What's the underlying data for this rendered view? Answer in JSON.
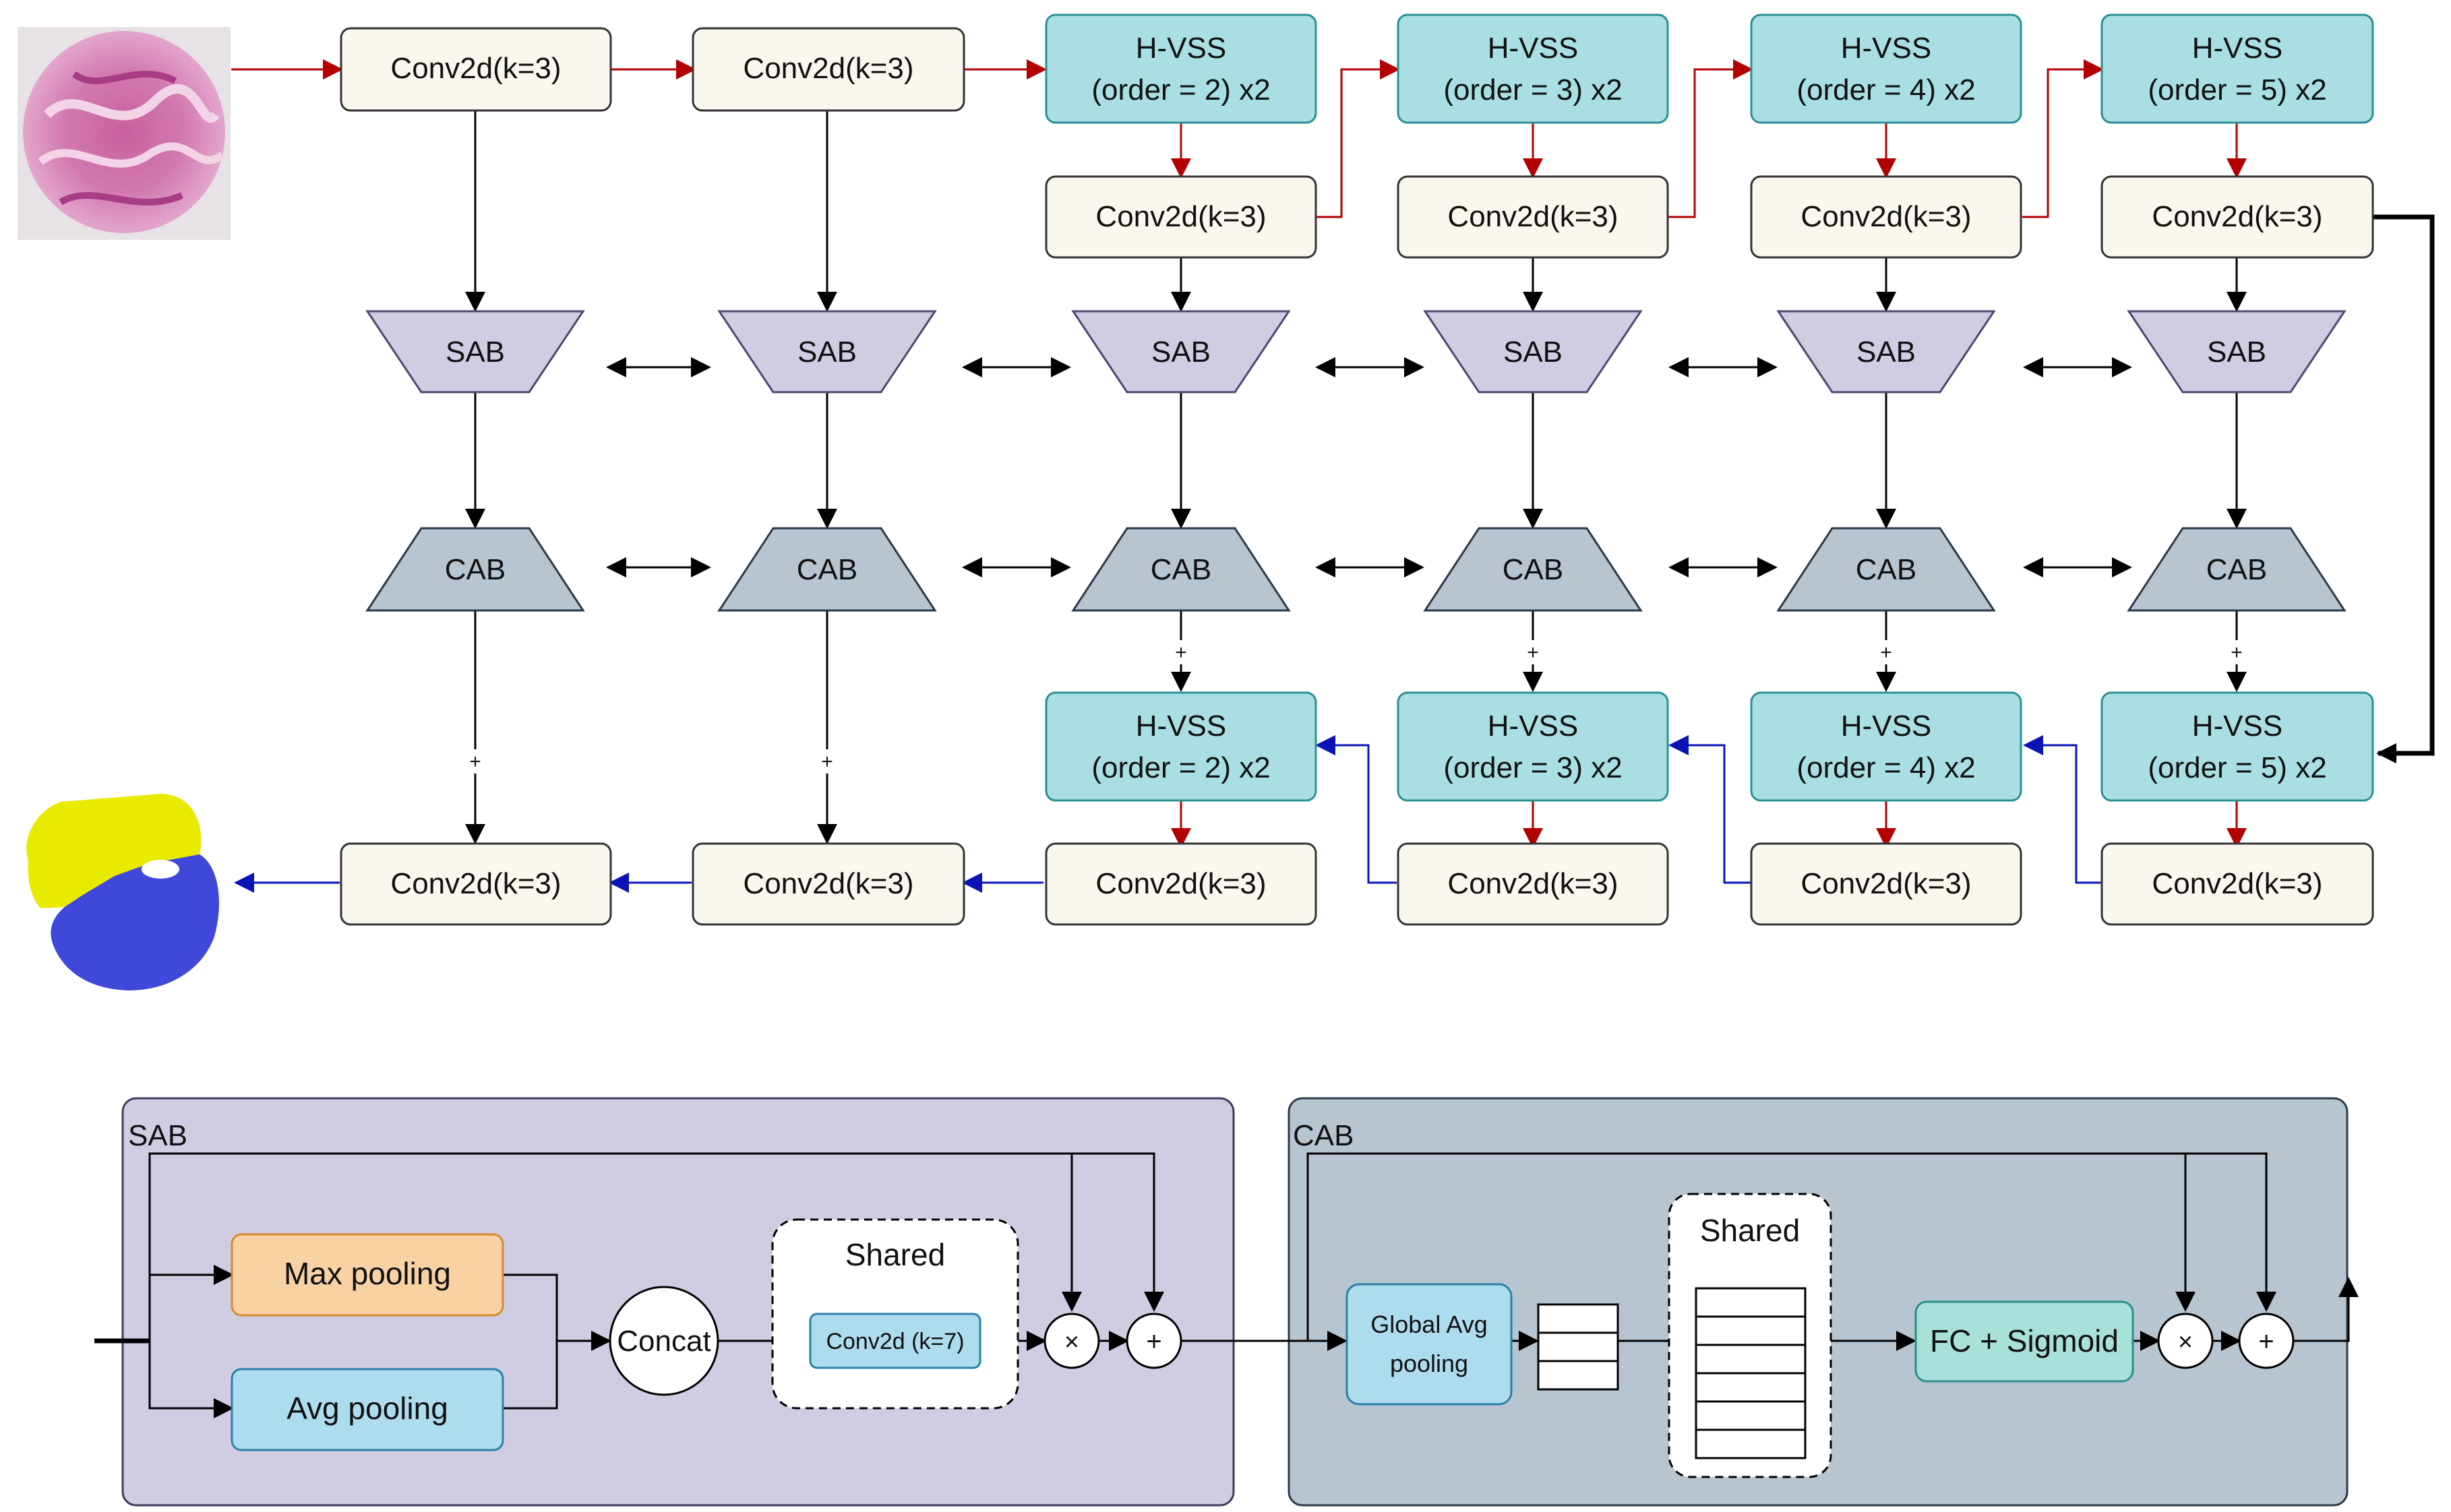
{
  "colors": {
    "conv_fill": "#f9f7ee",
    "hvss_fill": "#a9dfe2",
    "hvss_stroke": "#2a8f97",
    "sab_fill": "#d0cde3",
    "cab_fill": "#b7c5d0",
    "red_arrow": "#b30000",
    "blue_arrow": "#0a14b4",
    "max_pool_fill": "#f9d2a4",
    "max_pool_stroke": "#d88a2e",
    "avg_pool_fill": "#aedcef",
    "fc_fill": "#a8e0da",
    "seg_yellow": "#e8ea00",
    "seg_blue": "#3f48d8"
  },
  "top": {
    "encoder_convs": [
      "Conv2d(k=3)",
      "Conv2d(k=3)"
    ],
    "encoder_hvss": [
      {
        "line1": "H-VSS",
        "line2": "(order = 2) x2"
      },
      {
        "line1": "H-VSS",
        "line2": "(order = 3) x2"
      },
      {
        "line1": "H-VSS",
        "line2": "(order = 4) x2"
      },
      {
        "line1": "H-VSS",
        "line2": "(order = 5) x2"
      }
    ],
    "encoder_hvss_convs": [
      "Conv2d(k=3)",
      "Conv2d(k=3)",
      "Conv2d(k=3)",
      "Conv2d(k=3)"
    ],
    "sab_label": "SAB",
    "cab_label": "CAB",
    "plus_symbol": "+",
    "decoder_hvss": [
      {
        "line1": "H-VSS",
        "line2": "(order = 2) x2"
      },
      {
        "line1": "H-VSS",
        "line2": "(order = 3) x2"
      },
      {
        "line1": "H-VSS",
        "line2": "(order = 4) x2"
      },
      {
        "line1": "H-VSS",
        "line2": "(order = 5) x2"
      }
    ],
    "decoder_convs": [
      "Conv2d(k=3)",
      "Conv2d(k=3)",
      "Conv2d(k=3)",
      "Conv2d(k=3)",
      "Conv2d(k=3)",
      "Conv2d(k=3)"
    ]
  },
  "sab_panel": {
    "title": "SAB",
    "max_pooling": "Max pooling",
    "avg_pooling": "Avg pooling",
    "concat": "Concat",
    "shared": "Shared",
    "conv": "Conv2d (k=7)",
    "multiply": "×",
    "add": "+"
  },
  "cab_panel": {
    "title": "CAB",
    "gap_line1": "Global Avg",
    "gap_line2": "pooling",
    "shared": "Shared",
    "fc": "FC + Sigmoid",
    "multiply": "×",
    "add": "+"
  }
}
